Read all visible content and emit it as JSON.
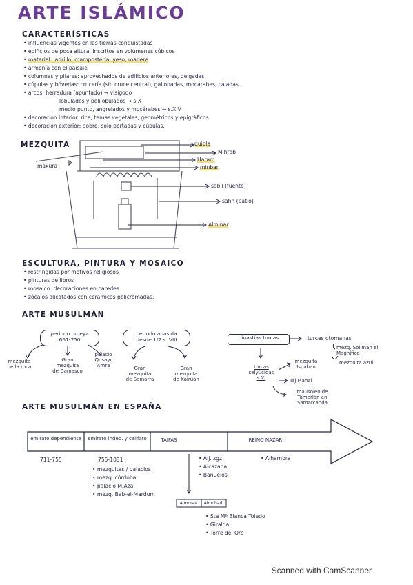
{
  "title": "ARTE ISLÁMICO",
  "caracteristicas": {
    "heading": "CARACTERÍSTICAS",
    "items": [
      "influencias vigentes en las tierras conquistadas",
      "edificios de poca altura, inscritos en volúmenes cúbicos",
      "material: ladrillo, mampostería, yeso, madera",
      "armonía con el paisaje",
      "columnas y pilares: aprovechados de edificios anteriores, delgadas.",
      "cúpulas y bóvedas: crucería (sin cruce central), gallonadas, mocárabes, caladas",
      "arcos: herradura (apuntado) → visigodo",
      "lobulados y polilobulados → s.X",
      "medio punto, angrelados y mocárabes → s.XIV",
      "decoración interior: rica, temas vegetales, geométricos y epigráficos",
      "decoración exterior: pobre, solo portadas y cúpulas."
    ]
  },
  "mezquita": {
    "heading": "MEZQUITA",
    "labels": {
      "quibla": "quibla",
      "mihrab": "Mihrab",
      "haram": "Haram",
      "minbar": "minbar",
      "maxura": "maxura",
      "sabil": "sabil (fuente)",
      "sahn": "sahn (patio)",
      "alminar": "Alminar"
    }
  },
  "escultura": {
    "heading": "ESCULTURA, PINTURA Y MOSAICO",
    "items": [
      "restringidas por motivos religiosos",
      "pinturas de libros",
      "mosaico: decoraciones en paredes",
      "zócalos alicatados con cerámicas policromadas."
    ]
  },
  "musulman": {
    "heading": "ARTE MUSULMÁN",
    "omeya_box": [
      "periodo omeya",
      "661-750"
    ],
    "abasida_box": [
      "periodo abasida",
      "desde 1/2 s. VIII"
    ],
    "turcas_box": "dinastías turcas",
    "omeya_children": [
      [
        "mezquita",
        "de la roca"
      ],
      [
        "Gran",
        "mezquita",
        "de Damasco"
      ],
      [
        "palacio",
        "Qusayr",
        "Amra"
      ]
    ],
    "abasida_children": [
      [
        "Gran",
        "mezquita",
        "de Samarra"
      ],
      [
        "Gran",
        "mezquita",
        "de Kairuán"
      ]
    ],
    "otomanas": "turcas otomanas",
    "otomanas_children": [
      "mezq. Soliman el Magnífico",
      "mezquita azul"
    ],
    "selyucidas": [
      "turcas",
      "selyúcidas",
      "s.XI"
    ],
    "selyucidas_children": [
      [
        "mezquita",
        "Ispahan"
      ],
      [
        "Taj Mahal"
      ],
      [
        "mausoleo de",
        "Tamerlán en",
        "Samarcanda"
      ]
    ]
  },
  "espana": {
    "heading": "ARTE MUSULMÁN EN ESPAÑA",
    "timeline": [
      "emirato dependiente",
      "emirato indep. y califato",
      "TAIFAS",
      "REINO NAZARÍ"
    ],
    "dates_emirato": "711-755",
    "dates_califato": "755-1031",
    "califato_items": [
      "mezquitas / palacios",
      "mezq. córdoba",
      "palacio M.Aza.",
      "mezq. Bab-el-Mardum"
    ],
    "taifas_items": [
      "Alj. zgz",
      "Alcazaba",
      "Bañuelos"
    ],
    "nazari_items": [
      "Alhambra"
    ],
    "almoravid_box": [
      "Almorav.",
      "Almohad."
    ],
    "almohade_items": [
      "Sta Mª Blanca Toledo",
      "Giralda",
      "Torre del Oro"
    ]
  },
  "footer": "Scanned with CamScanner",
  "colors": {
    "title": "#6a3a9c",
    "ink": "#2a2a4d",
    "highlight_yellow": "#f3e06b",
    "highlight_purple": "#d8b7ea"
  }
}
